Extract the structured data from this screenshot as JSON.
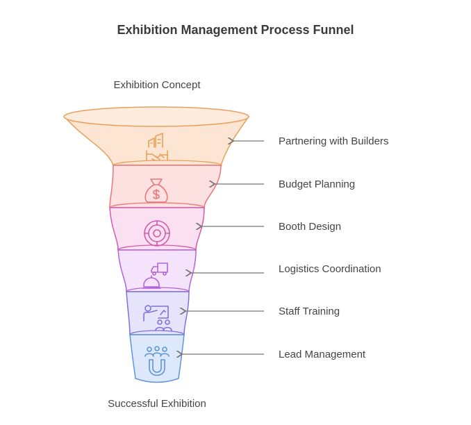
{
  "title": "Exhibition Management Process Funnel",
  "top_label": "Exhibition Concept",
  "bottom_label": "Successful Exhibition",
  "stages": [
    {
      "label": "Partnering with Builders",
      "icon": "handshake-building-icon",
      "fill": "#fde5d4",
      "stroke": "#e9a05a"
    },
    {
      "label": "Budget Planning",
      "icon": "money-bag-icon",
      "fill": "#fde0e0",
      "stroke": "#e8767a"
    },
    {
      "label": "Booth Design",
      "icon": "target-design-icon",
      "fill": "#fbe0f1",
      "stroke": "#d35aac"
    },
    {
      "label": "Logistics Coordination",
      "icon": "truck-bell-icon",
      "fill": "#f5e3fb",
      "stroke": "#b164d8"
    },
    {
      "label": "Staff Training",
      "icon": "trainer-audience-icon",
      "fill": "#e6e4fb",
      "stroke": "#7c72d8"
    },
    {
      "label": "Lead Management",
      "icon": "people-magnet-icon",
      "fill": "#dde9fb",
      "stroke": "#5d94dc"
    }
  ]
}
